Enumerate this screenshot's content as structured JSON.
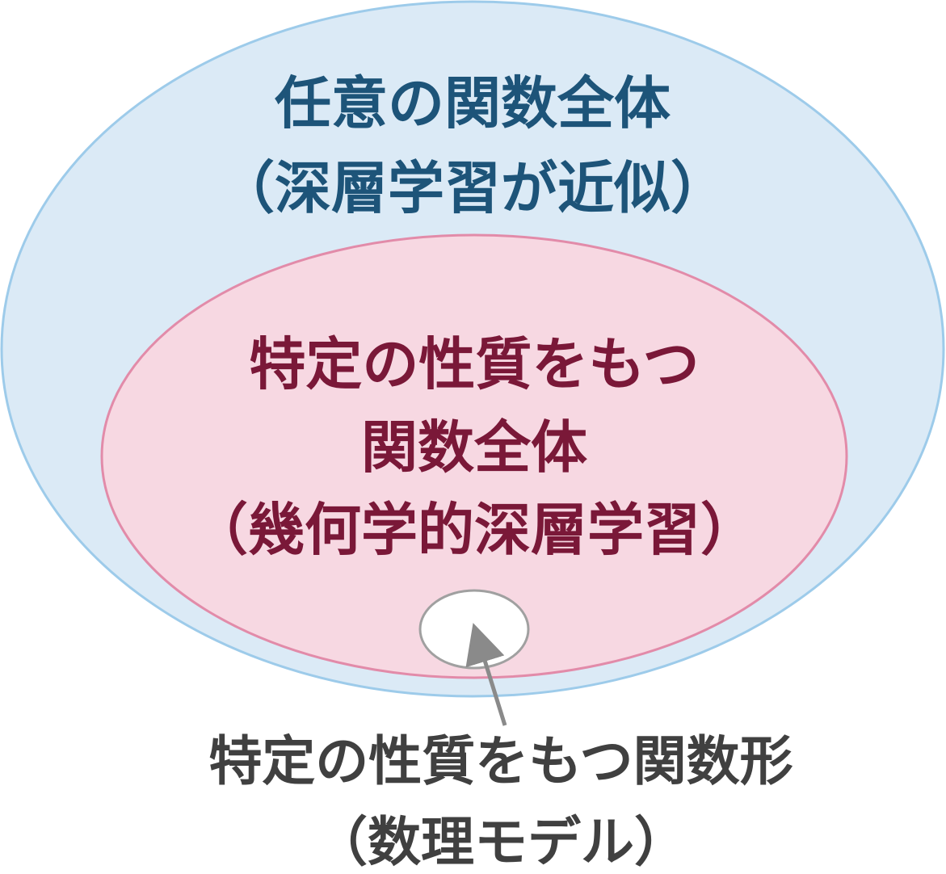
{
  "outer_set": {
    "line1": "任意の関数全体",
    "line2": "（深層学習が近似）",
    "fill": "#dbeaf6",
    "stroke": "#9dcbea",
    "text_color": "#1d5479"
  },
  "inner_set": {
    "line1": "特定の性質をもつ",
    "line2": "関数全体",
    "line3": "（幾何学的深層学習）",
    "fill": "#f7d8e2",
    "stroke": "#e28ba9",
    "text_color": "#7a1838"
  },
  "model_set": {
    "line1": "特定の性質をもつ関数形",
    "line2": "（数理モデル）",
    "fill": "#ffffff",
    "stroke": "#a0a0a0",
    "text_color": "#404040"
  }
}
